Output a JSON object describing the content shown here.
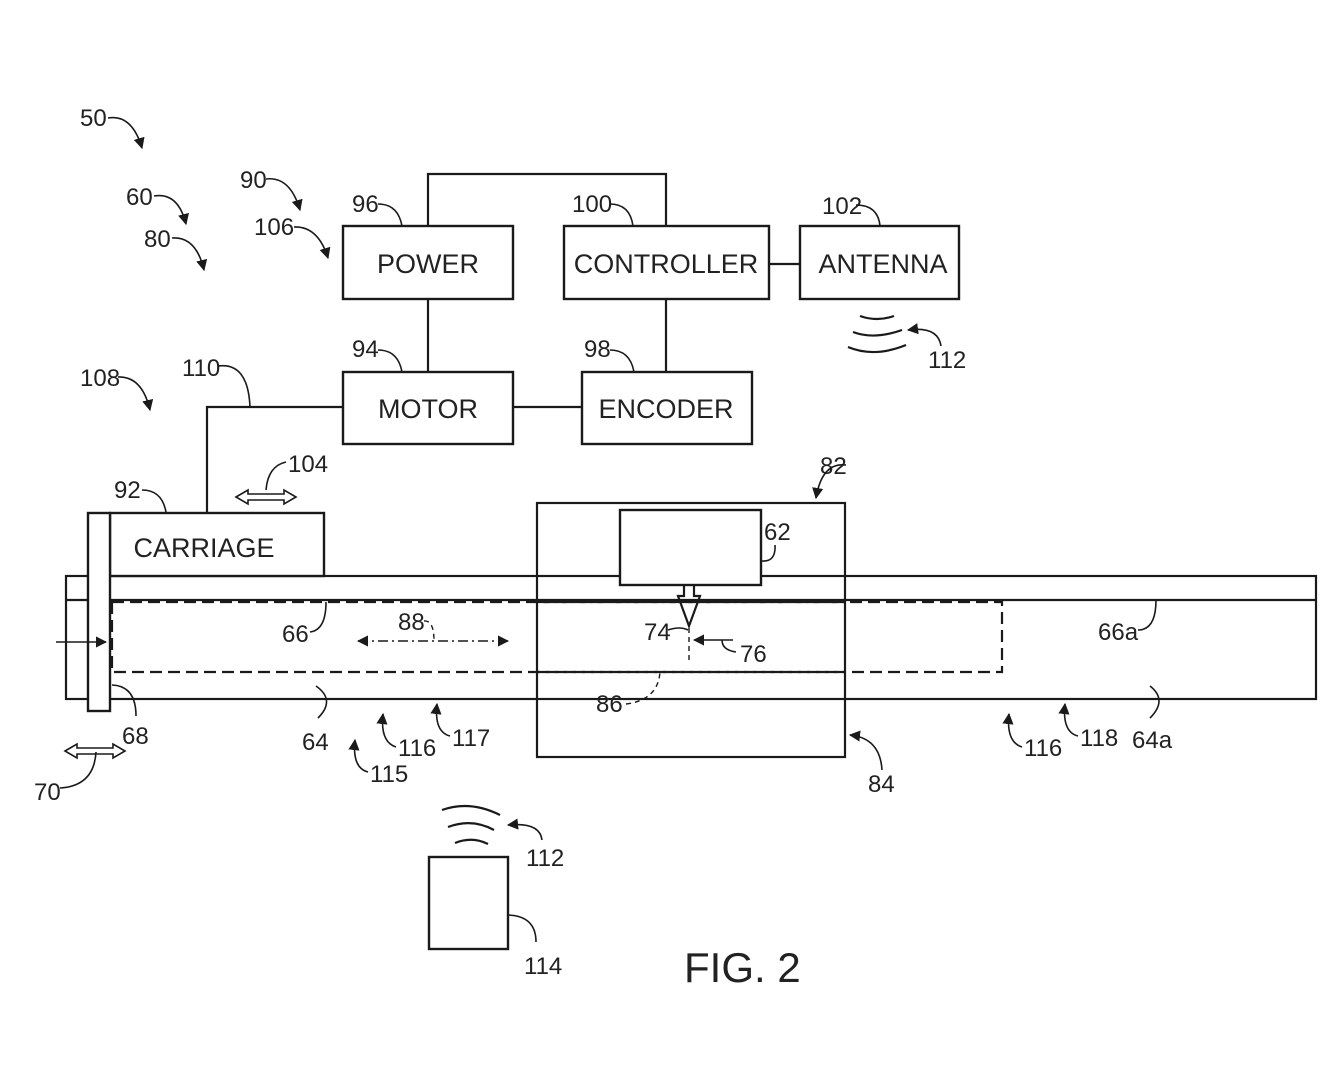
{
  "figure": {
    "caption": "FIG. 2"
  },
  "blocks": {
    "power": "POWER",
    "controller": "CONTROLLER",
    "antenna": "ANTENNA",
    "motor": "MOTOR",
    "encoder": "ENCODER",
    "carriage": "CARRIAGE"
  },
  "refs": {
    "r50": "50",
    "r60": "60",
    "r80": "80",
    "r90": "90",
    "r106": "106",
    "r96": "96",
    "r100": "100",
    "r102": "102",
    "r112a": "112",
    "r108": "108",
    "r110": "110",
    "r94": "94",
    "r98": "98",
    "r104": "104",
    "r92": "92",
    "r82": "82",
    "r62": "62",
    "r66": "66",
    "r88": "88",
    "r74": "74",
    "r76": "76",
    "r66a": "66a",
    "r86": "86",
    "r68": "68",
    "r64": "64",
    "r116a": "116",
    "r117": "117",
    "r115": "115",
    "r70": "70",
    "r84": "84",
    "r116b": "116",
    "r118": "118",
    "r64a": "64a",
    "r112b": "112",
    "r114": "114"
  }
}
